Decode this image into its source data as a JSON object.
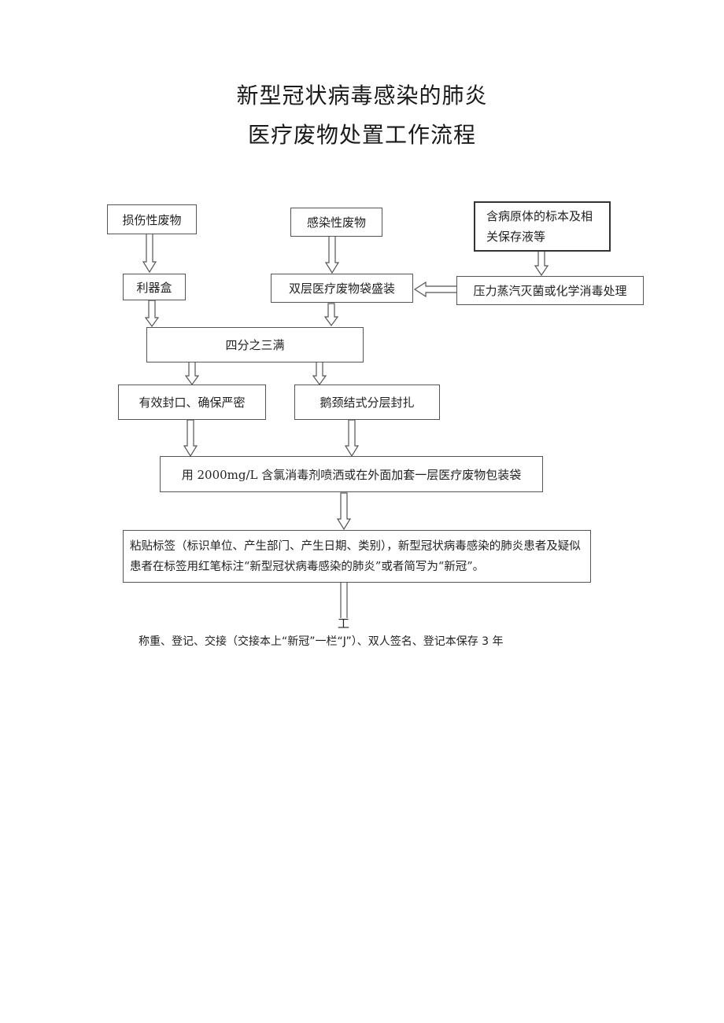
{
  "title": {
    "line1": "新型冠状病毒感染的肺炎",
    "line2": "医疗废物处置工作流程"
  },
  "nodes": {
    "injury_waste": "损伤性废物",
    "infectious_waste": "感染性废物",
    "pathogen_specimen": "含病原体的标本及相关保存液等",
    "sharps_box": "利器盒",
    "double_bag": "双层医疗废物袋盛装",
    "sterilize": "压力蒸汽灭菌或化学消毒处理",
    "three_quarters": "四分之三满",
    "seal": "有效封口、确保严密",
    "gooseneck": "鹅颈结式分层封扎",
    "chlorine": "用 2000mg/L 含氯消毒剂喷洒或在外面加套一层医疗废物包装袋",
    "label": "粘贴标签（标识单位、产生部门、产生日期、类别），新型冠状病毒感染的肺炎患者及疑似患者在标签用红笔标注“新型冠状病毒感染的肺炎”或者简写为“新冠”。"
  },
  "tail_glyph": "工",
  "footer": "称重、登记、交接（交接本上“新冠”一栏“J”）、双人签名、登记本保存 3 年"
}
